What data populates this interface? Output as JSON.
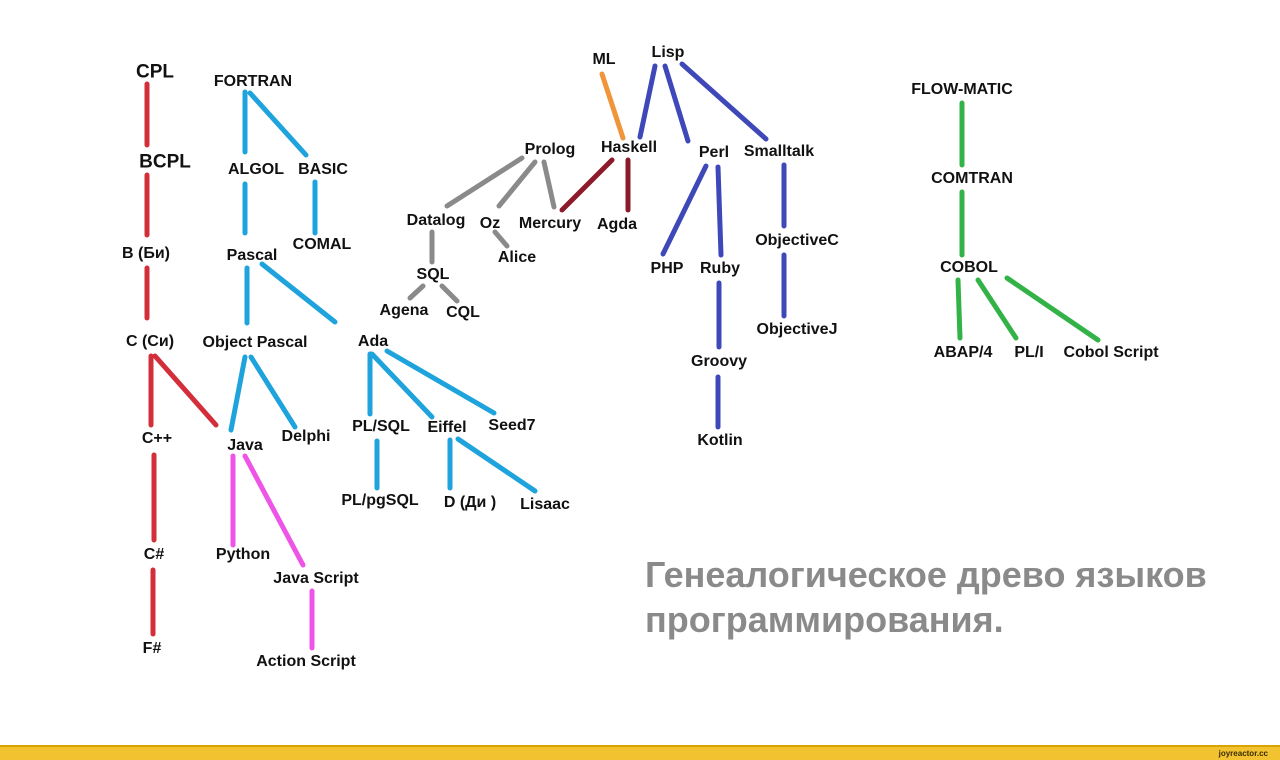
{
  "diagram": {
    "title_line1": "Генеалогическое древо языков",
    "title_line2": "программирования.",
    "colors": {
      "red": "#d32f3a",
      "blue": "#1ea3dc",
      "magenta": "#ee55e6",
      "gray": "#8a8a8a",
      "indigo": "#3f48b8",
      "orange": "#f0953a",
      "maroon": "#8b1a2a",
      "green": "#33b347"
    },
    "nodes": [
      {
        "id": "cpl",
        "label": "CPL"
      },
      {
        "id": "bcpl",
        "label": "BCPL"
      },
      {
        "id": "b",
        "label": "B (Би)"
      },
      {
        "id": "c",
        "label": "С (Си)"
      },
      {
        "id": "cpp",
        "label": "C++"
      },
      {
        "id": "csharp",
        "label": "C#"
      },
      {
        "id": "fsharp",
        "label": "F#"
      },
      {
        "id": "fortran",
        "label": "FORTRAN"
      },
      {
        "id": "algol",
        "label": "ALGOL"
      },
      {
        "id": "basic",
        "label": "BASIC"
      },
      {
        "id": "pascal",
        "label": "Pascal"
      },
      {
        "id": "comal",
        "label": "COMAL"
      },
      {
        "id": "objpascal",
        "label": "Object Pascal"
      },
      {
        "id": "java",
        "label": "Java"
      },
      {
        "id": "delphi",
        "label": "Delphi"
      },
      {
        "id": "python",
        "label": "Python"
      },
      {
        "id": "javascript",
        "label": "Java Script"
      },
      {
        "id": "actionscript",
        "label": "Action Script"
      },
      {
        "id": "ada",
        "label": "Ada"
      },
      {
        "id": "plsql",
        "label": "PL/SQL"
      },
      {
        "id": "eiffel",
        "label": "Eiffel"
      },
      {
        "id": "seed7",
        "label": "Seed7"
      },
      {
        "id": "plpgsql",
        "label": "PL/pgSQL"
      },
      {
        "id": "d",
        "label": "D (Ди )"
      },
      {
        "id": "lisaac",
        "label": "Lisaac"
      },
      {
        "id": "ml",
        "label": "ML"
      },
      {
        "id": "lisp",
        "label": "Lisp"
      },
      {
        "id": "prolog",
        "label": "Prolog"
      },
      {
        "id": "haskell",
        "label": "Haskell"
      },
      {
        "id": "perl",
        "label": "Perl"
      },
      {
        "id": "smalltalk",
        "label": "Smalltalk"
      },
      {
        "id": "datalog",
        "label": "Datalog"
      },
      {
        "id": "oz",
        "label": "Oz"
      },
      {
        "id": "mercury",
        "label": "Mercury"
      },
      {
        "id": "agda",
        "label": "Agda"
      },
      {
        "id": "alice",
        "label": "Alice"
      },
      {
        "id": "sql",
        "label": "SQL"
      },
      {
        "id": "agena",
        "label": "Agena"
      },
      {
        "id": "cql",
        "label": "CQL"
      },
      {
        "id": "php",
        "label": "PHP"
      },
      {
        "id": "ruby",
        "label": "Ruby"
      },
      {
        "id": "objectivec",
        "label": "ObjectiveC"
      },
      {
        "id": "objectivej",
        "label": "ObjectiveJ"
      },
      {
        "id": "groovy",
        "label": "Groovy"
      },
      {
        "id": "kotlin",
        "label": "Kotlin"
      },
      {
        "id": "flowmatic",
        "label": "FLOW-MATIC"
      },
      {
        "id": "comtran",
        "label": "COMTRAN"
      },
      {
        "id": "cobol",
        "label": "COBOL"
      },
      {
        "id": "abap",
        "label": "ABAP/4"
      },
      {
        "id": "pli",
        "label": "PL/I"
      },
      {
        "id": "cobolscript",
        "label": "Cobol Script"
      }
    ],
    "edges": [
      {
        "from": "cpl",
        "to": "bcpl",
        "color": "red"
      },
      {
        "from": "bcpl",
        "to": "b",
        "color": "red"
      },
      {
        "from": "b",
        "to": "c",
        "color": "red"
      },
      {
        "from": "c",
        "to": "cpp",
        "color": "red"
      },
      {
        "from": "c",
        "to": "java",
        "color": "red"
      },
      {
        "from": "cpp",
        "to": "csharp",
        "color": "red"
      },
      {
        "from": "csharp",
        "to": "fsharp",
        "color": "red"
      },
      {
        "from": "fortran",
        "to": "algol",
        "color": "blue"
      },
      {
        "from": "fortran",
        "to": "basic",
        "color": "blue"
      },
      {
        "from": "algol",
        "to": "pascal",
        "color": "blue"
      },
      {
        "from": "basic",
        "to": "comal",
        "color": "blue"
      },
      {
        "from": "pascal",
        "to": "objpascal",
        "color": "blue"
      },
      {
        "from": "pascal",
        "to": "ada",
        "color": "blue"
      },
      {
        "from": "objpascal",
        "to": "java",
        "color": "blue"
      },
      {
        "from": "objpascal",
        "to": "delphi",
        "color": "blue"
      },
      {
        "from": "java",
        "to": "python",
        "color": "magenta"
      },
      {
        "from": "java",
        "to": "javascript",
        "color": "magenta"
      },
      {
        "from": "javascript",
        "to": "actionscript",
        "color": "magenta"
      },
      {
        "from": "ada",
        "to": "plsql",
        "color": "blue"
      },
      {
        "from": "ada",
        "to": "eiffel",
        "color": "blue"
      },
      {
        "from": "ada",
        "to": "seed7",
        "color": "blue"
      },
      {
        "from": "plsql",
        "to": "plpgsql",
        "color": "blue"
      },
      {
        "from": "eiffel",
        "to": "d",
        "color": "blue"
      },
      {
        "from": "eiffel",
        "to": "lisaac",
        "color": "blue"
      },
      {
        "from": "ml",
        "to": "haskell",
        "color": "orange"
      },
      {
        "from": "lisp",
        "to": "haskell",
        "color": "indigo"
      },
      {
        "from": "lisp",
        "to": "perl",
        "color": "indigo"
      },
      {
        "from": "lisp",
        "to": "smalltalk",
        "color": "indigo"
      },
      {
        "from": "prolog",
        "to": "datalog",
        "color": "gray"
      },
      {
        "from": "prolog",
        "to": "oz",
        "color": "gray"
      },
      {
        "from": "prolog",
        "to": "mercury",
        "color": "gray"
      },
      {
        "from": "oz",
        "to": "alice",
        "color": "gray"
      },
      {
        "from": "datalog",
        "to": "sql",
        "color": "gray"
      },
      {
        "from": "sql",
        "to": "agena",
        "color": "gray"
      },
      {
        "from": "sql",
        "to": "cql",
        "color": "gray"
      },
      {
        "from": "haskell",
        "to": "mercury",
        "color": "maroon"
      },
      {
        "from": "haskell",
        "to": "agda",
        "color": "maroon"
      },
      {
        "from": "perl",
        "to": "php",
        "color": "indigo"
      },
      {
        "from": "perl",
        "to": "ruby",
        "color": "indigo"
      },
      {
        "from": "ruby",
        "to": "groovy",
        "color": "indigo"
      },
      {
        "from": "groovy",
        "to": "kotlin",
        "color": "indigo"
      },
      {
        "from": "smalltalk",
        "to": "objectivec",
        "color": "indigo"
      },
      {
        "from": "objectivec",
        "to": "objectivej",
        "color": "indigo"
      },
      {
        "from": "flowmatic",
        "to": "comtran",
        "color": "green"
      },
      {
        "from": "comtran",
        "to": "cobol",
        "color": "green"
      },
      {
        "from": "cobol",
        "to": "abap",
        "color": "green"
      },
      {
        "from": "cobol",
        "to": "pli",
        "color": "green"
      },
      {
        "from": "cobol",
        "to": "cobolscript",
        "color": "green"
      }
    ]
  },
  "footer": {
    "brand": "joyreactor.cc",
    "color": "#f2c230"
  }
}
